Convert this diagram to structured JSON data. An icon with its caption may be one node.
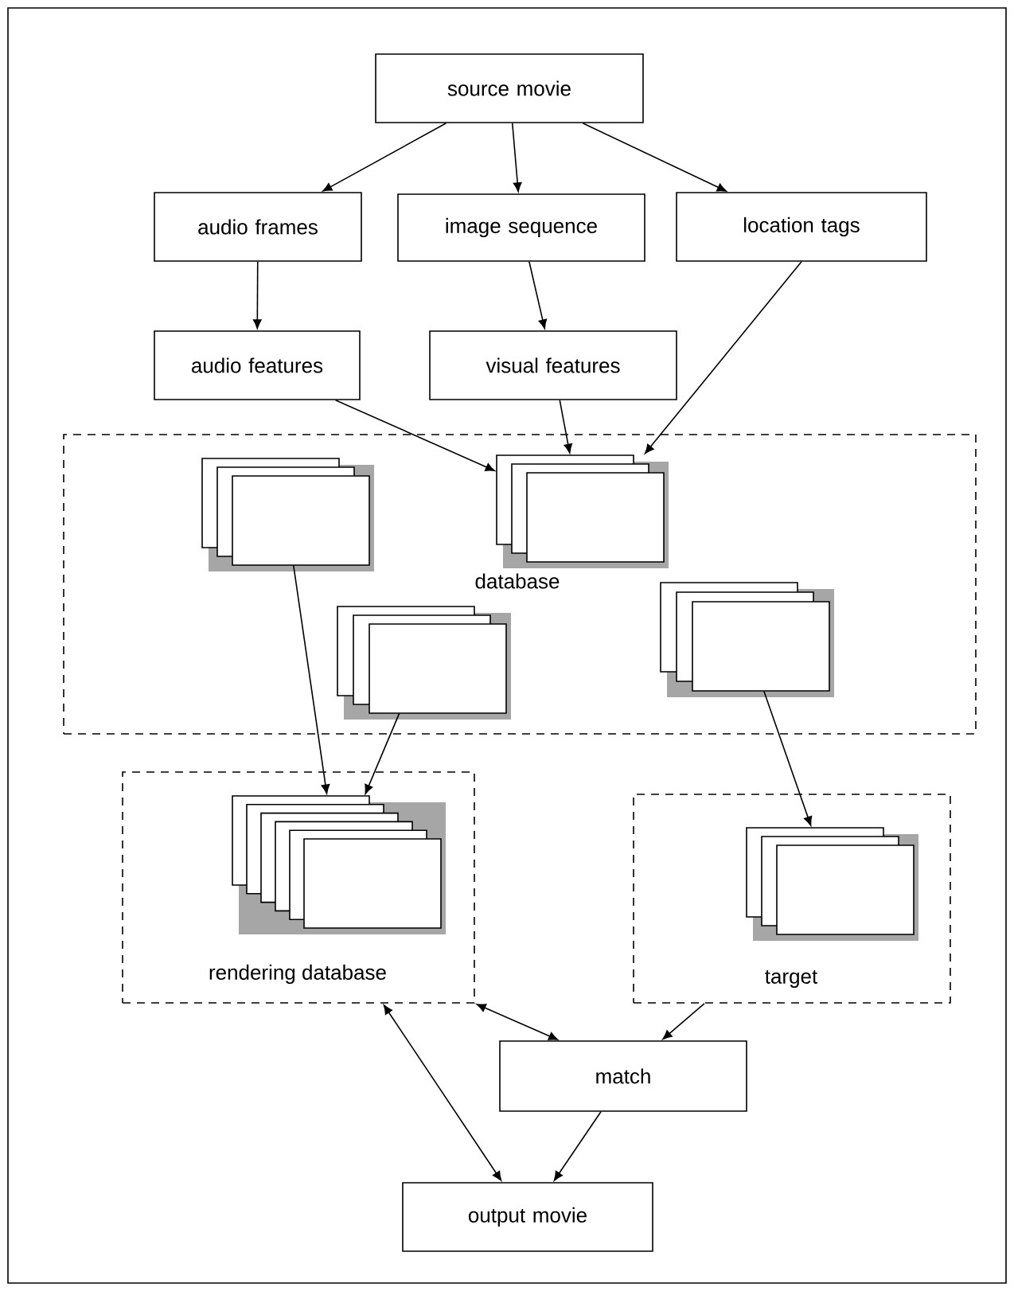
{
  "diagram": {
    "nodes": [
      {
        "text": [
          "source movie"
        ]
      },
      {
        "text": [
          "audio frames"
        ]
      },
      {
        "text": [
          "image sequence"
        ]
      },
      {
        "text": [
          "location tags"
        ]
      },
      {
        "text": [
          "audio features"
        ]
      },
      {
        "text": [
          "visual features"
        ]
      },
      {
        "text": [
          "database"
        ]
      },
      {
        "text": [],
        "shape": "box",
        "in": 6
      },
      {
        "text": [],
        "shape": "box",
        "in": 6
      },
      {
        "text": [],
        "shape": "box",
        "in": 6
      },
      {
        "text": [],
        "shape": "box",
        "in": 6
      },
      {
        "text": [
          "rendering database"
        ]
      },
      {
        "text": [],
        "shape": "box",
        "in": 11
      },
      {
        "text": [
          "target"
        ]
      },
      {
        "text": [],
        "shape": "box",
        "in": 13
      },
      {
        "text": [
          "match"
        ]
      },
      {
        "text": [
          "output movie"
        ]
      }
    ],
    "edges": [
      {
        "from": 0,
        "to": 1,
        "arrow": "to"
      },
      {
        "from": 0,
        "to": 2,
        "arrow": "to"
      },
      {
        "from": 0,
        "to": 3,
        "arrow": "to"
      },
      {
        "from": 1,
        "to": 4,
        "arrow": "to"
      },
      {
        "from": 2,
        "to": 5,
        "arrow": "to"
      },
      {
        "from": 4,
        "to": 8,
        "arrow": "to"
      },
      {
        "from": 5,
        "to": 8,
        "arrow": "to"
      },
      {
        "from": 3,
        "to": 8,
        "arrow": "to"
      },
      {
        "from": 7,
        "to": 12,
        "arrow": "to"
      },
      {
        "from": 9,
        "to": 12,
        "arrow": "to"
      },
      {
        "from": 10,
        "to": 14,
        "arrow": "to"
      },
      {
        "from": 11,
        "to": 15,
        "arrow": "both"
      },
      {
        "from": 13,
        "to": 15,
        "arrow": "to"
      },
      {
        "from": 15,
        "to": 16,
        "arrow": "to"
      },
      {
        "from": 11,
        "to": 16,
        "arrow": "both"
      }
    ]
  }
}
